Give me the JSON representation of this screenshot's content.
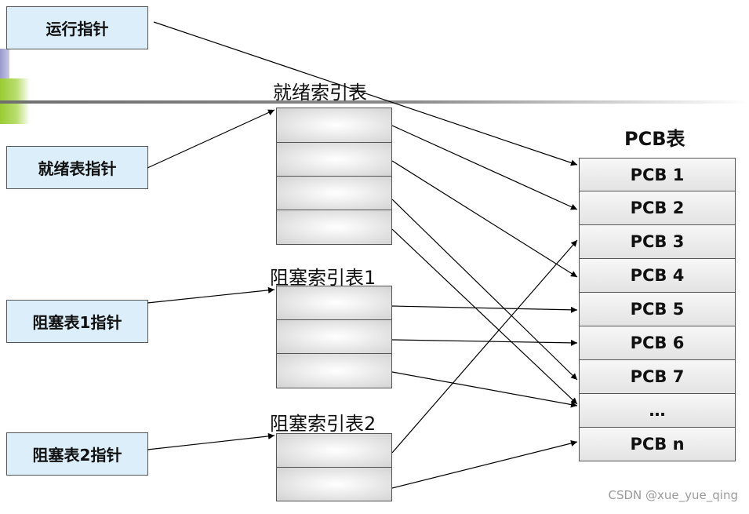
{
  "pointers": {
    "run": "运行指针",
    "ready": "就绪表指针",
    "blocked1": "阻塞表1指针",
    "blocked2": "阻塞表2指针"
  },
  "tables": {
    "ready_index": {
      "title": "就绪索引表",
      "cell_count": 4
    },
    "blocked_index_1": {
      "title": "阻塞索引表1",
      "cell_count": 3
    },
    "blocked_index_2": {
      "title": "阻塞索引表2",
      "cell_count": 2
    },
    "pcb": {
      "title": "PCB表",
      "rows": [
        "PCB 1",
        "PCB 2",
        "PCB 3",
        "PCB 4",
        "PCB 5",
        "PCB 6",
        "PCB 7",
        "…",
        "PCB n"
      ]
    }
  },
  "links": [
    {
      "from": "运行指针",
      "to": "PCB 1"
    },
    {
      "from": "就绪表指针",
      "to": "就绪索引表"
    },
    {
      "from": "阻塞表1指针",
      "to": "阻塞索引表1"
    },
    {
      "from": "阻塞表2指针",
      "to": "阻塞索引表2"
    },
    {
      "from": "就绪索引表[1]",
      "to": "PCB 2"
    },
    {
      "from": "就绪索引表[2]",
      "to": "PCB 4"
    },
    {
      "from": "就绪索引表[3]",
      "to": "PCB 7"
    },
    {
      "from": "就绪索引表[4]",
      "to": "…"
    },
    {
      "from": "阻塞索引表1[1]",
      "to": "PCB 5"
    },
    {
      "from": "阻塞索引表1[2]",
      "to": "PCB 6"
    },
    {
      "from": "阻塞索引表1[3]",
      "to": "…"
    },
    {
      "from": "阻塞索引表2[1]",
      "to": "PCB 3"
    },
    {
      "from": "阻塞索引表2[2]",
      "to": "PCB n"
    }
  ],
  "colors": {
    "pointer_fill": "#dceefa",
    "decor_purple": "#9999cc",
    "decor_green": "#99cc33",
    "arrow": "#000000"
  },
  "watermark": "CSDN @xue_yue_qing"
}
